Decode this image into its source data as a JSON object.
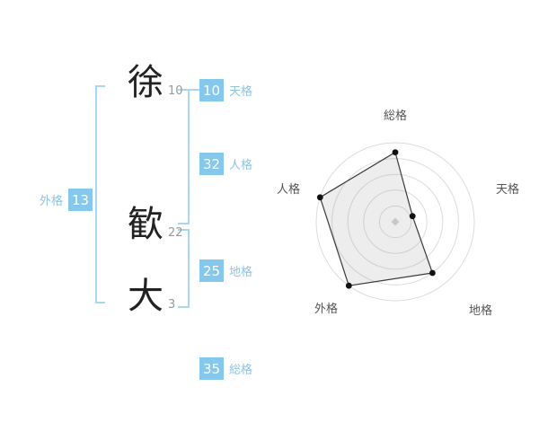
{
  "page": {
    "background": "#ffffff",
    "accent_color": "#85c8ec"
  },
  "name_chart": {
    "characters": [
      {
        "char": "徐",
        "strokes": "10"
      },
      {
        "char": "歓",
        "strokes": "22"
      },
      {
        "char": "大",
        "strokes": "3"
      }
    ],
    "grids": {
      "tenkaku": {
        "value": "10",
        "label": "天格"
      },
      "jinkaku": {
        "value": "32",
        "label": "人格"
      },
      "chikaku": {
        "value": "25",
        "label": "地格"
      },
      "gaikaku": {
        "value": "13",
        "label": "外格"
      },
      "soukaku": {
        "value": "35",
        "label": "総格"
      }
    }
  },
  "chart_data": {
    "type": "radar",
    "categories": [
      "総格",
      "天格",
      "地格",
      "外格",
      "人格"
    ],
    "values": [
      0.88,
      0.23,
      0.8,
      1.0,
      1.0
    ],
    "max": 1.0,
    "rings": 5,
    "grid": "circular",
    "legend": "none",
    "area_fill": "#e9e9e9",
    "point_color": "#111111"
  }
}
